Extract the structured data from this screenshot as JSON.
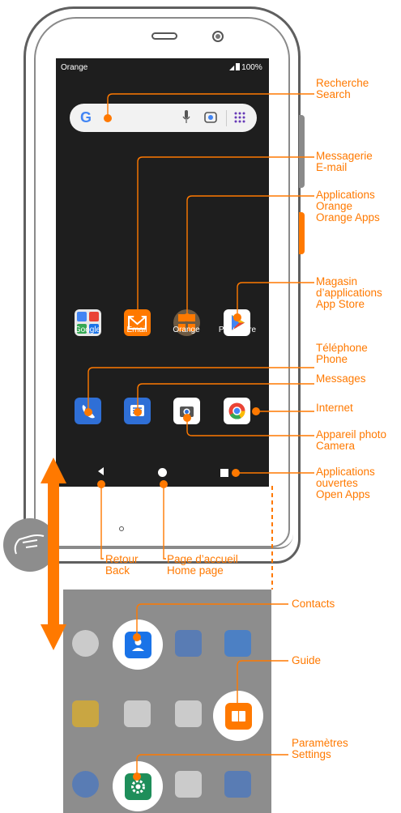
{
  "status_bar": {
    "carrier": "Orange",
    "battery": "100%"
  },
  "home_apps": [
    "Google",
    "Email",
    "Orange",
    "Play Store"
  ],
  "callouts": {
    "search": "Recherche\nSearch",
    "email": "Messagerie\nE-mail",
    "orange_apps": "Applications\nOrange\nOrange Apps",
    "app_store": "Magasin\nd’applications\nApp Store",
    "phone": "Téléphone\nPhone",
    "messages": "Messages",
    "internet": "Internet",
    "camera": "Appareil photo\nCamera",
    "open_apps": "Applications\nouvertes\nOpen Apps",
    "back": "Retour\nBack",
    "home": "Page d’accueil\nHome page",
    "contacts": "Contacts",
    "guide": "Guide",
    "settings": "Paramètres\nSettings"
  },
  "colors": {
    "accent": "#ff7900",
    "screen": "#1e1e1e",
    "drawer": "#8d8d8d"
  }
}
